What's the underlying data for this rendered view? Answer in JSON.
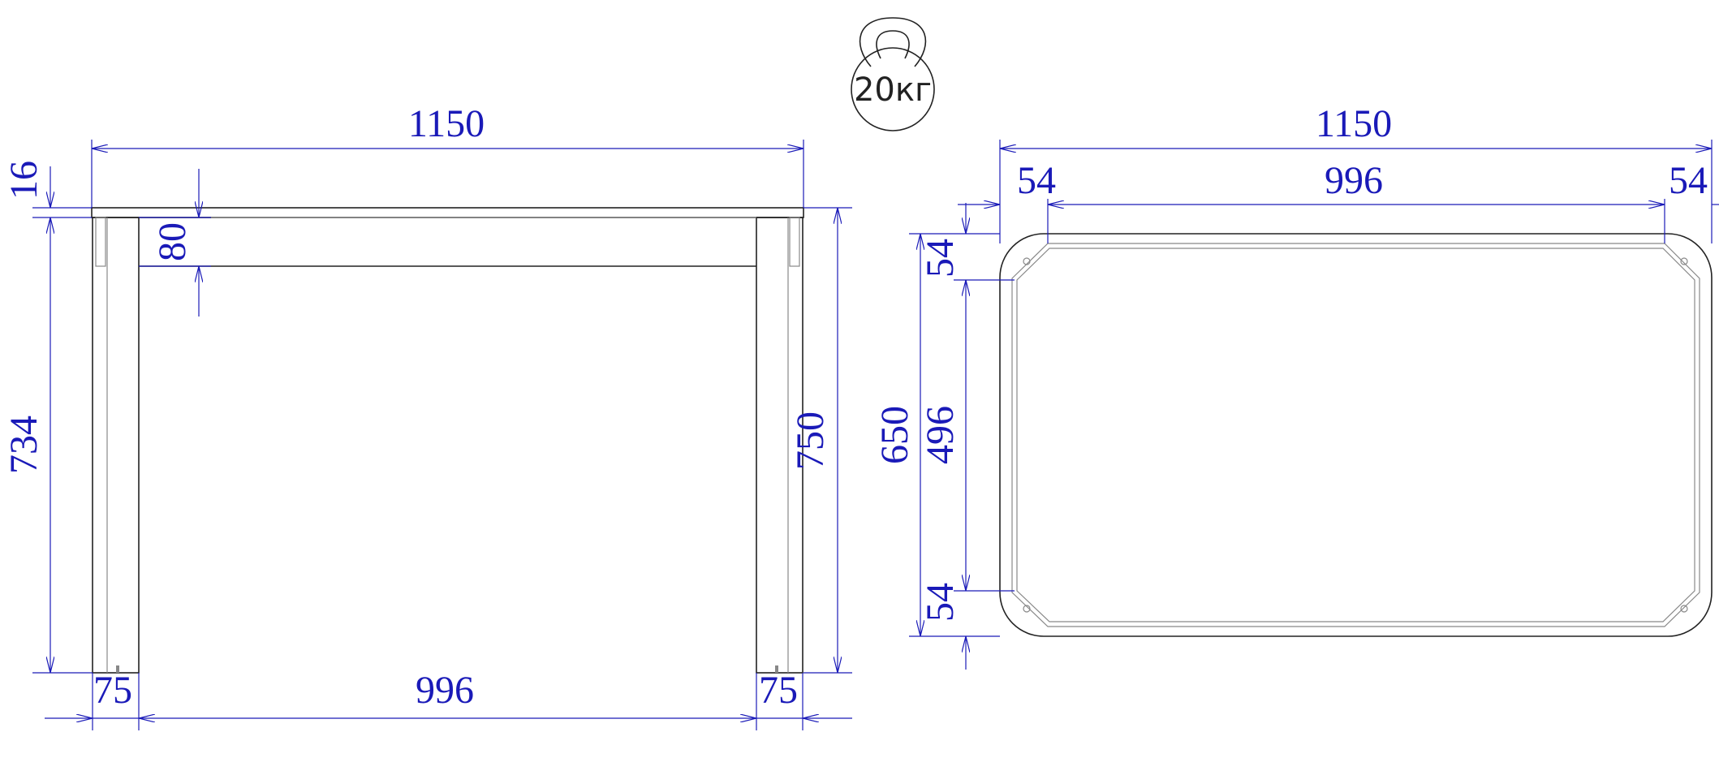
{
  "weight_badge": {
    "text": "20кг"
  },
  "front_view": {
    "overall_width": "1150",
    "top_thickness": "16",
    "apron_height": "80",
    "leg_height": "734",
    "total_height": "750",
    "left_leg_width": "75",
    "inner_span": "996",
    "right_leg_width": "75"
  },
  "top_view": {
    "overall_width": "1150",
    "left_corner": "54",
    "inner_width": "996",
    "right_corner": "54",
    "overall_depth": "650",
    "top_corner": "54",
    "inner_depth": "496",
    "bottom_corner": "54"
  },
  "colors": {
    "dimension": "#1a1ab8",
    "outline": "#222222"
  }
}
